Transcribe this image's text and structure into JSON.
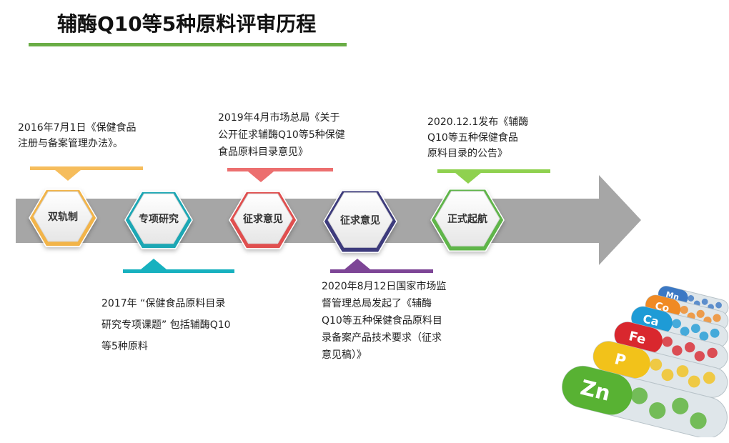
{
  "title": "辅酶Q10等5种原料评审历程",
  "colors": {
    "title_underline": "#6aad46",
    "arrow": "#a6a6a6",
    "stage_1": "#f2b44a",
    "stage_2": "#1aa7b4",
    "stage_3": "#e0504f",
    "stage_4": "#3e3b7c",
    "stage_5": "#5fb548",
    "note_bar_1": "#f6bd5c",
    "note_bar_2": "#17b1bf",
    "note_bar_3": "#ec6f6f",
    "note_bar_4": "#7d4596",
    "note_bar_5": "#8fd14f"
  },
  "stages": [
    {
      "label": "双轨制",
      "note_lines": [
        "2016年7月1日《保健食品",
        "注册与备案管理办法》。"
      ]
    },
    {
      "label": "专项研究",
      "note_lines": [
        "2017年 “保健食品原料目录",
        "研究专项课题” 包括辅酶Q10",
        "等5种原料"
      ]
    },
    {
      "label": "征求意见",
      "note_lines": [
        "2019年4月市场总局《关于",
        "公开征求辅酶Q10等5种保健",
        "食品原料目录意见》"
      ]
    },
    {
      "label": "征求意见",
      "note_lines": [
        "2020年8月12日国家市场监",
        "督管理总局发起了《辅酶",
        "Q10等五种保健食品原料目",
        "录备案产品技术要求（征求",
        "意见稿）》"
      ]
    },
    {
      "label": "正式起航",
      "note_lines": [
        "2020.12.1发布《辅酶",
        "Q10等五种保健食品",
        "原料目录的公告》"
      ]
    }
  ],
  "pill_labels": [
    "Mn",
    "Co",
    "Ca",
    "Fe",
    "P",
    "Zn"
  ],
  "pill_colors": [
    "#3b78c4",
    "#f08a24",
    "#1e9bd6",
    "#d9272e",
    "#f2c21a",
    "#58b233"
  ]
}
